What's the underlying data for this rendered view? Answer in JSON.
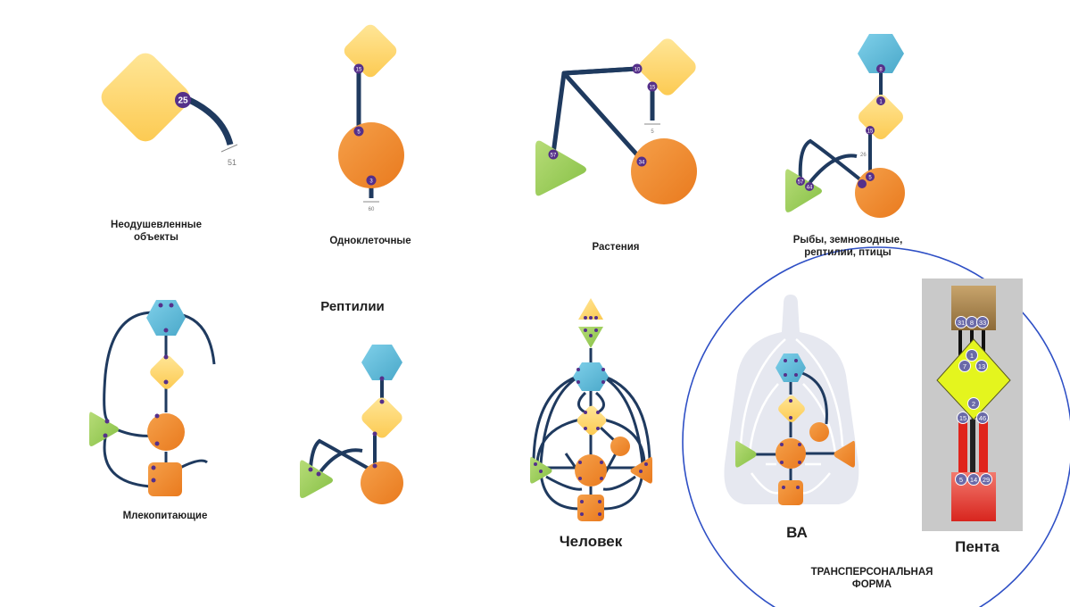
{
  "labels": {
    "inanimate_l1": "Неодушевленные",
    "inanimate_l2": "объекты",
    "unicellular": "Одноклеточные",
    "plants": "Растения",
    "fish_l1": "Рыбы, земноводные,",
    "fish_l2": "рептилии, птицы",
    "mammals": "Млекопитающие",
    "reptiles": "Рептилии",
    "human": "Человек",
    "va": "ВА",
    "penta": "Пента",
    "transpersonal_l1": "ТРАНСПЕРСОНАЛЬНАЯ",
    "transpersonal_l2": "ФОРМА"
  },
  "gates": {
    "inanimate": {
      "g25": "25",
      "g51": "51"
    },
    "unicellular": {
      "g15": "15",
      "g5": "5",
      "g3": "3",
      "g60": "60"
    },
    "plants": {
      "g10": "10",
      "g15": "15",
      "g5": "5",
      "g57": "57",
      "g34": "34"
    },
    "fish": {
      "g8": "8",
      "g1": "1",
      "g15": "15",
      "g5": "5",
      "g57": "57",
      "g44": "44",
      "g26": "26"
    },
    "penta": {
      "g31": "31",
      "g8": "8",
      "g33": "33",
      "g1": "1",
      "g7": "7",
      "g13": "13",
      "g2": "2",
      "g15": "15",
      "g46": "46",
      "g5": "5",
      "g14": "14",
      "g29": "29"
    }
  },
  "colors": {
    "yellow": "#fdd668",
    "orange": "#f08a2a",
    "green": "#9dcd55",
    "blue": "#5fb9d8",
    "channel": "#1f3a5f",
    "gate": "#55308a",
    "circle": "#2e4fc5"
  }
}
